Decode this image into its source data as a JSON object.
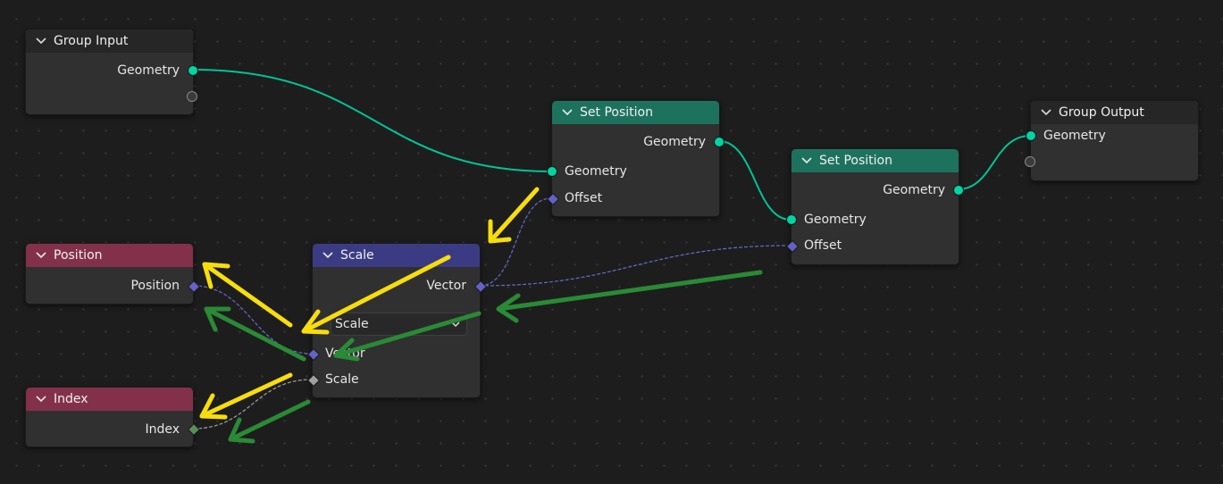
{
  "nodes": {
    "group_input": {
      "title": "Group Input",
      "outputs": [
        "Geometry"
      ]
    },
    "set_position_1": {
      "title": "Set Position",
      "output": "Geometry",
      "inputs": [
        "Geometry",
        "Offset"
      ]
    },
    "set_position_2": {
      "title": "Set Position",
      "output": "Geometry",
      "inputs": [
        "Geometry",
        "Offset"
      ]
    },
    "group_output": {
      "title": "Group Output",
      "inputs": [
        "Geometry"
      ]
    },
    "position": {
      "title": "Position",
      "output": "Position"
    },
    "index": {
      "title": "Index",
      "output": "Index"
    },
    "scale": {
      "title": "Scale",
      "output": "Vector",
      "operation": "Scale",
      "inputs": [
        "Vector",
        "Scale"
      ]
    }
  },
  "colors": {
    "geometry_socket": "#00d6a3",
    "vector_socket": "#6363c7",
    "float_socket": "#a1a1a1",
    "int_socket": "#598c5c",
    "geometry_header": "#1d725e",
    "input_header": "#83314a",
    "vector_header": "#3b3b84",
    "group_header": "#1d1d1d",
    "annotation_yellow": "#f7dd0c",
    "annotation_green": "#2a8a35"
  },
  "icons": [
    "chevron-down-icon",
    "dropdown-chevron-icon"
  ]
}
